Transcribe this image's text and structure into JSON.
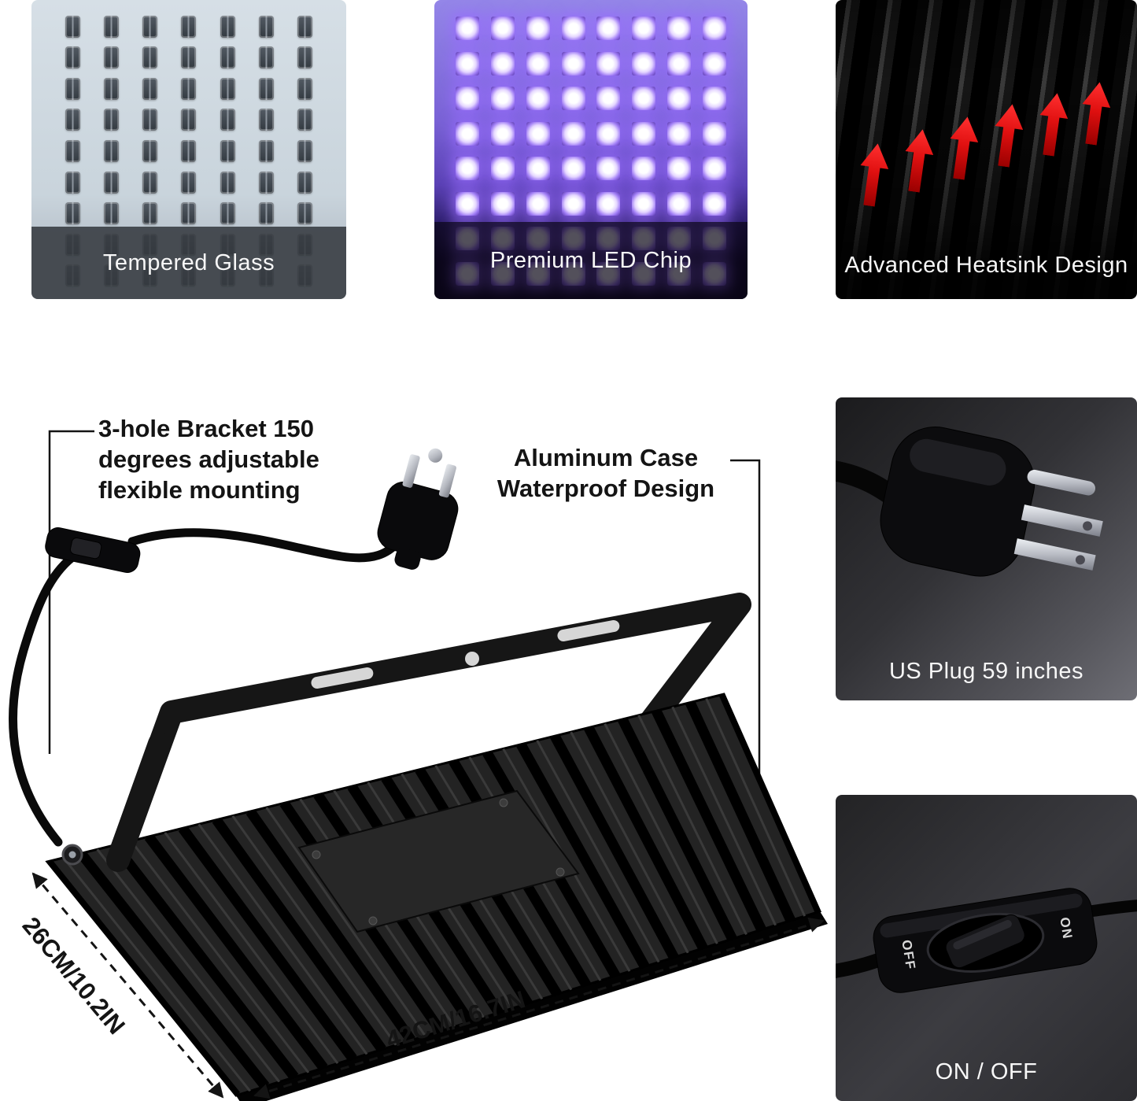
{
  "top_features": [
    {
      "label": "Tempered Glass"
    },
    {
      "label": "Premium LED Chip"
    },
    {
      "label": "Advanced Heatsink Design"
    }
  ],
  "main": {
    "bracket_callout_lines": [
      "3-hole Bracket 150",
      "degrees adjustable",
      "flexible mounting"
    ],
    "case_callout_lines": [
      "Aluminum Case",
      "Waterproof Design"
    ],
    "depth_dimension": "26CM/10.2IN",
    "width_dimension": "42CM/16.7IN"
  },
  "right_panels": {
    "plug": {
      "label": "US Plug 59 inches"
    },
    "switch": {
      "label": "ON / OFF",
      "off_marking": "OFF",
      "on_marking": "ON"
    }
  },
  "colors": {
    "heat_arrow_red": "#e01010",
    "uv_led_purple": "#8a5cf6",
    "glass_tint_blue": "#ccd6dd",
    "case_black": "#1c1c1c"
  }
}
